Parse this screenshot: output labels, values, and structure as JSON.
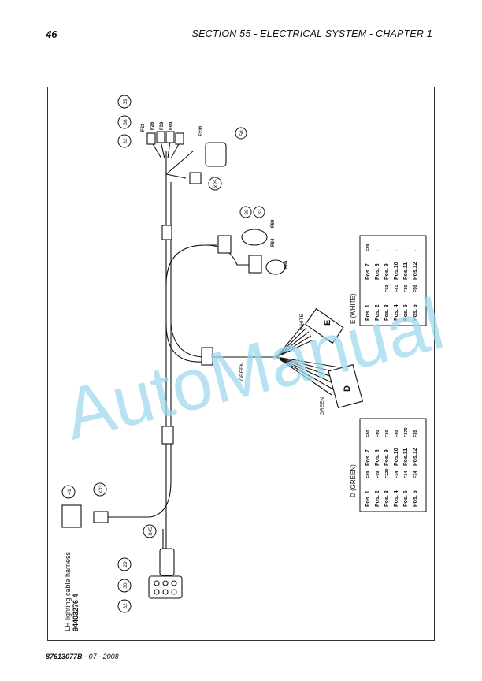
{
  "header": {
    "page_number": "46",
    "section_title": "SECTION 55 - ELECTRICAL SYSTEM - CHAPTER 1"
  },
  "footer": {
    "doc_code": "87613077B",
    "date_text": "- 07 - 2008"
  },
  "watermark": {
    "text": "AutoManual",
    "color": "#9fd8ee"
  },
  "diagram": {
    "title": "LH lighting cable harness",
    "part_number": "94403276 4",
    "part_number_display": "94403276 4",
    "refs": {
      "r39": "39",
      "r36a": "36",
      "r32a": "32",
      "r50": "50",
      "x25": "X25",
      "r29a": "29",
      "r33": "33",
      "r41": "41",
      "x33": "X33",
      "x45": "X45",
      "r29b": "29",
      "r30": "30",
      "r32b": "32"
    },
    "wire_labels": {
      "f23": "F23",
      "f26": "F26",
      "f39": "F39",
      "f99": "F99",
      "f231": "F231",
      "f80": "F80",
      "f84": "F84",
      "f86": "F86"
    },
    "connector_labels": {
      "white": "WHITE",
      "green_main": "GREEN",
      "green_d": "GREEN",
      "e": "E",
      "d": "D"
    },
    "table_e": {
      "title": "E (WHITE)",
      "col1": [
        "Pos. 1",
        "Pos. 2",
        "Pos. 3",
        "Pos. 4",
        "Pos. 5",
        "Pos. 6"
      ],
      "col1_codes": [
        "",
        "",
        "F02",
        "F81",
        "F80",
        "F90"
      ],
      "col2": [
        "Pos. 7",
        "Pos. 8",
        "Pos. 9",
        "Pos.10",
        "Pos.11",
        "Pos.12"
      ],
      "col2_codes": [
        "F89",
        "-",
        "-",
        "-",
        "-",
        "-"
      ]
    },
    "table_d": {
      "title": "D (GREEN)",
      "col1": [
        "Pos. 1",
        "Pos. 2",
        "Pos. 3",
        "Pos. 4",
        "Pos. 5",
        "Pos. 6"
      ],
      "col1_codes": [
        "F89",
        "F99",
        "F220",
        "F14",
        "F14",
        "F14"
      ],
      "col2": [
        "Pos. 7",
        "Pos. 8",
        "Pos. 9",
        "Pos.10",
        "Pos.11",
        "Pos.12"
      ],
      "col2_codes": [
        "F80",
        "F90",
        "F30",
        "F80",
        "F270",
        "F35"
      ]
    }
  }
}
